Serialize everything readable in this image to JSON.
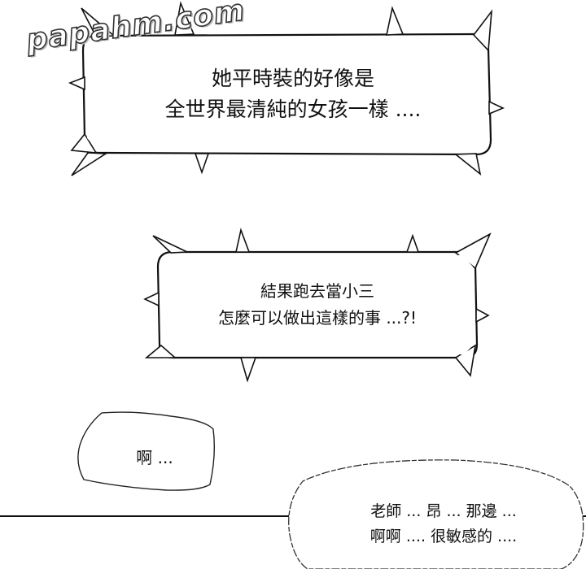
{
  "watermark": "papahm.com",
  "bubbles": {
    "top": {
      "line1": "她平時裝的好像是",
      "line2": "全世界最清純的女孩一樣 ...."
    },
    "middle": {
      "line1": "結果跑去當小三",
      "line2": "怎麼可以做出這樣的事 ...?!"
    },
    "small": {
      "line1": "啊 ..."
    },
    "bottom": {
      "line1": "老師 ... 昂 ... 那邊 ...",
      "line2": "啊啊 .... 很敏感的 ...."
    }
  }
}
